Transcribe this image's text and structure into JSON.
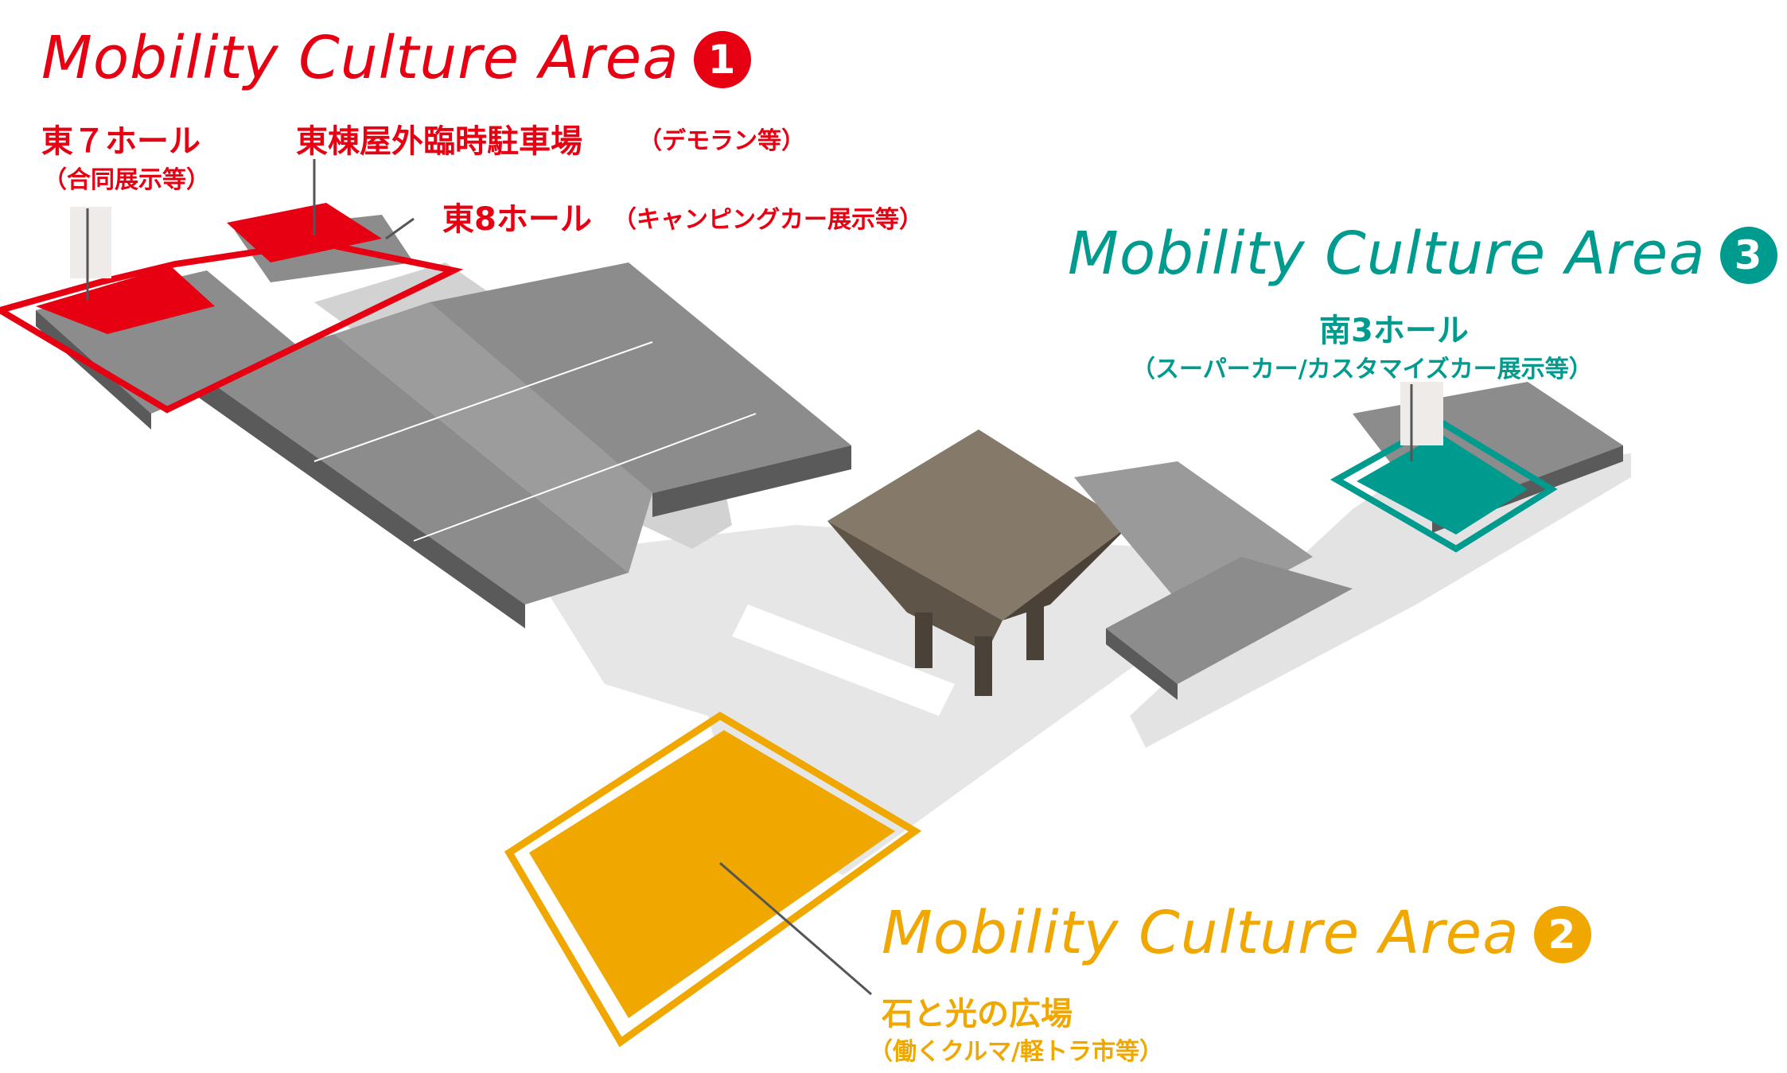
{
  "colors": {
    "area1": "#e60012",
    "area2": "#f0a800",
    "area3": "#009b8f"
  },
  "areas": [
    {
      "title": "Mobility Culture Area",
      "number": "1",
      "halls": [
        {
          "name": "東７ホール",
          "sub": "（合同展示等）"
        },
        {
          "name": "東棟屋外臨時駐車場",
          "sub": "（デモラン等）"
        },
        {
          "name": "東8ホール",
          "sub": "（キャンピングカー展示等）"
        }
      ]
    },
    {
      "title": "Mobility Culture Area",
      "number": "2",
      "halls": [
        {
          "name": "石と光の広場",
          "sub": "（働くクルマ/軽トラ市等）"
        }
      ]
    },
    {
      "title": "Mobility Culture Area",
      "number": "3",
      "halls": [
        {
          "name": "南3ホール",
          "sub": "（スーパーカー/カスタマイズカー展示等）"
        }
      ]
    }
  ]
}
